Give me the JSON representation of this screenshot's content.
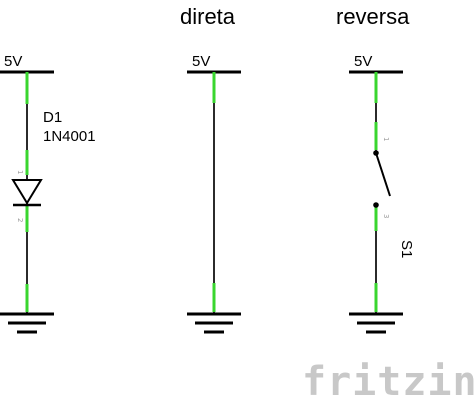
{
  "titles": {
    "direct": "direta",
    "reverse": "reversa"
  },
  "power": {
    "left": "5V",
    "middle": "5V",
    "right": "5V"
  },
  "diode": {
    "ref": "D1",
    "part": "1N4001",
    "pin1": "1",
    "pin2": "2"
  },
  "switch": {
    "ref": "S1",
    "pin1": "1",
    "pin3": "3"
  },
  "watermark": {
    "text": "fritzing"
  },
  "colors": {
    "wire": "#2b2b2b",
    "connector": "#39d62f",
    "rail": "#000000",
    "watermark": "#c8c8c8"
  }
}
